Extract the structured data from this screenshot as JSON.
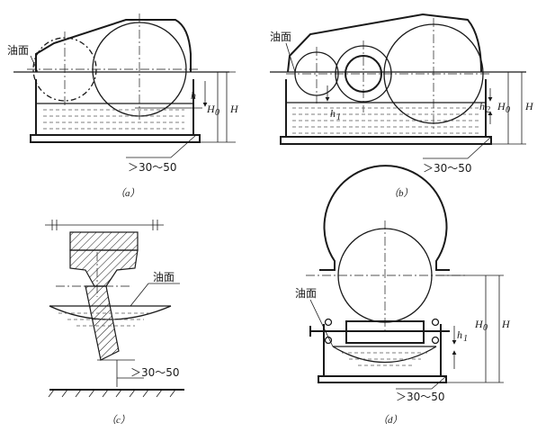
{
  "labels": {
    "oil_surface": "油面",
    "clearance": "＞30～50"
  },
  "dimensions": {
    "H": "H",
    "H0": "H",
    "H0_sub": "0",
    "h": "h",
    "h1": "h",
    "h1_sub": "1",
    "h2": "h",
    "h2_sub": "2"
  },
  "captions": {
    "a": "（a）",
    "b": "（b）",
    "c": "（c）",
    "d": "（d）"
  }
}
